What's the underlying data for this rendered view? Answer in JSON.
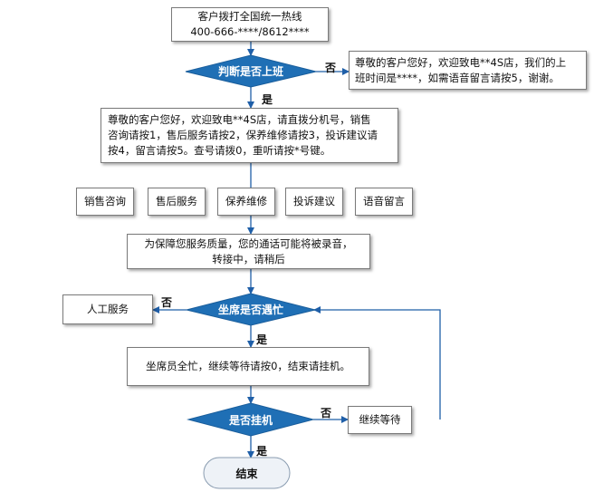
{
  "flow": {
    "start": "客户拨打全国统一热线\n400-666-****/8612****",
    "decision_work": "判断是否上班",
    "off_hours_message": "尊敬的客户您好，欢迎致电**4S店，我们的上\n班时间是****，如需语音留言请按5，谢谢。",
    "welcome_message": "尊敬的客户您好，欢迎致电**4S店，请直拨分机号，销售\n咨询请按1，售后服务请按2，保养维修请按3，投诉建议请\n按4，留言请按5。查号请拨0，重听请按*号键。",
    "options": [
      "销售咨询",
      "售后服务",
      "保养维修",
      "投诉建议",
      "语音留言"
    ],
    "recording_notice": "为保障您服务质量，您的通话可能将被录音，\n转接中，请稍后",
    "decision_busy": "坐席是否遇忙",
    "manual_service": "人工服务",
    "all_busy_message": "坐席员全忙，继续等待请按0，结束请挂机。",
    "decision_hangup": "是否挂机",
    "keep_waiting": "继续等待",
    "end": "结束",
    "yes": "是",
    "no": "否"
  },
  "colors": {
    "decision_fill": "#1f6fb5",
    "decision_stroke": "#1a5e9c",
    "end_fill": "#eef2f7",
    "line": "#1f5fa8"
  }
}
